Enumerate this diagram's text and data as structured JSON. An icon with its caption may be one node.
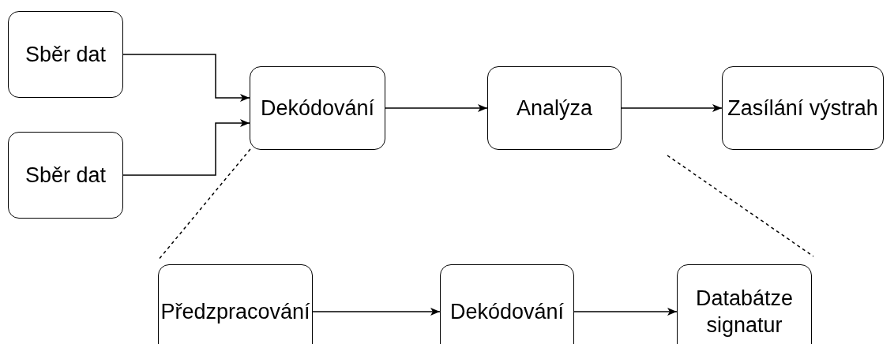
{
  "diagram": {
    "nodes": [
      {
        "text": [
          "Sběr dat"
        ]
      },
      {
        "text": [
          "Sběr dat"
        ]
      },
      {
        "text": [
          "Dekódování"
        ]
      },
      {
        "text": [
          "Analýza"
        ]
      },
      {
        "text": [
          "Zasílání výstrah"
        ]
      },
      {
        "text": [
          "Předzpracování"
        ]
      },
      {
        "text": [
          "Dekódování"
        ]
      },
      {
        "text": [
          "Databátze signatur"
        ]
      }
    ],
    "edges": [
      {
        "from": 0,
        "to": 2,
        "arrow": "to"
      },
      {
        "from": 1,
        "to": 2,
        "arrow": "to"
      },
      {
        "from": 2,
        "to": 3,
        "arrow": "to"
      },
      {
        "from": 3,
        "to": 4,
        "arrow": "to"
      },
      {
        "from": 5,
        "to": 6,
        "arrow": "to"
      },
      {
        "from": 6,
        "to": 7,
        "arrow": "to"
      },
      {
        "from": 2,
        "to": 5,
        "arrow": "none",
        "style": "dashed"
      },
      {
        "from": 3,
        "to": 7,
        "arrow": "none",
        "style": "dashed"
      }
    ]
  }
}
